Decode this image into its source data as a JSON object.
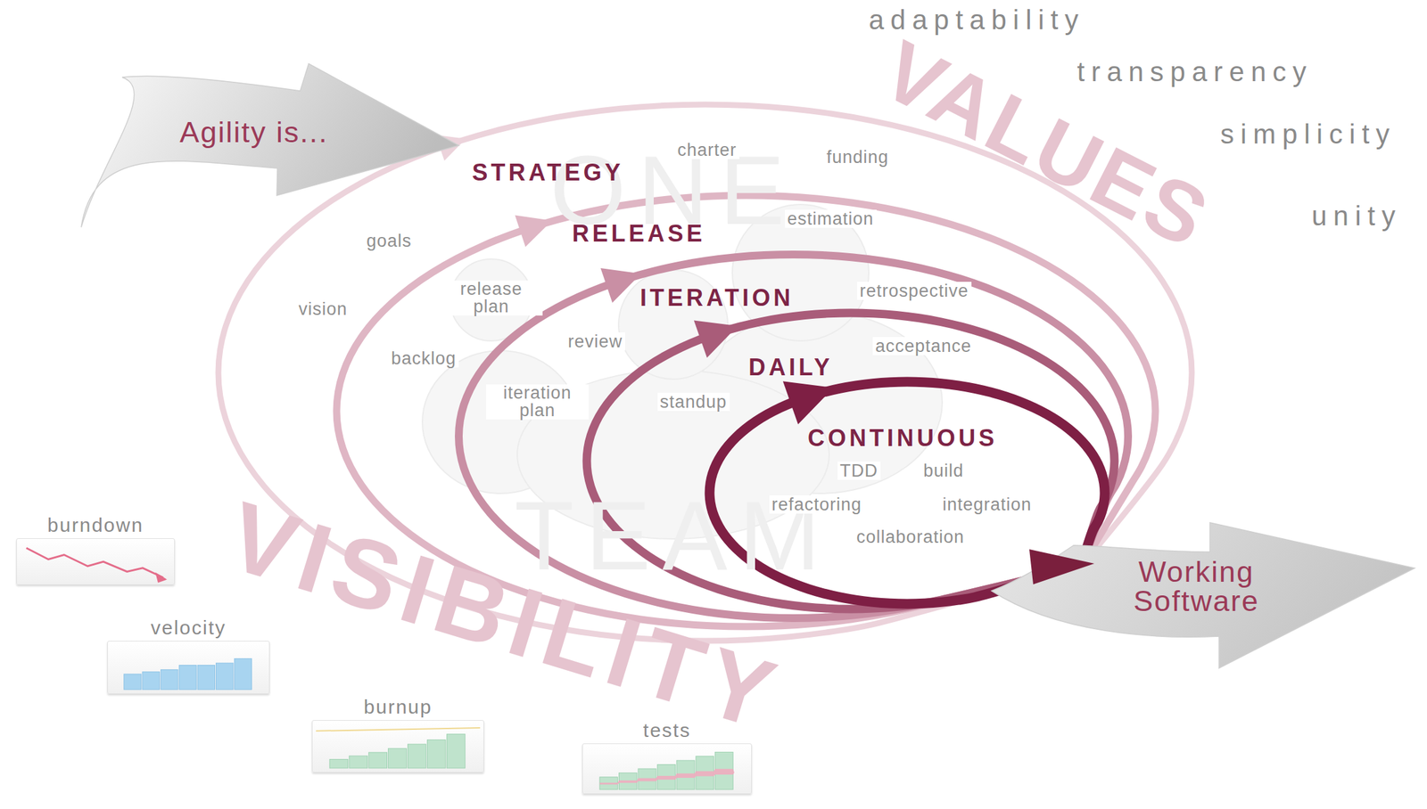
{
  "diagram": {
    "nodes": [
      {
        "text": [
          "Agility is..."
        ]
      },
      {
        "text": [
          "Working Software"
        ]
      },
      {
        "text": [
          "burndown"
        ]
      },
      {
        "text": [
          "velocity"
        ]
      },
      {
        "text": [
          "burnup"
        ]
      },
      {
        "text": [
          "tests"
        ]
      }
    ],
    "labels": [
      "adaptability",
      "transparency",
      "VALUES",
      "simplicity",
      "unity",
      "ONE",
      "STRATEGY",
      "charter",
      "funding",
      "goals",
      "RELEASE",
      "estimation",
      "vision",
      "release plan",
      "ITERATION",
      "retrospective",
      "review",
      "backlog",
      "acceptance",
      "DAILY",
      "iteration plan",
      "standup",
      "CONTINUOUS",
      "TDD",
      "build",
      "refactoring",
      "integration",
      "TEAM",
      "collaboration",
      "VISIBILITY"
    ]
  }
}
